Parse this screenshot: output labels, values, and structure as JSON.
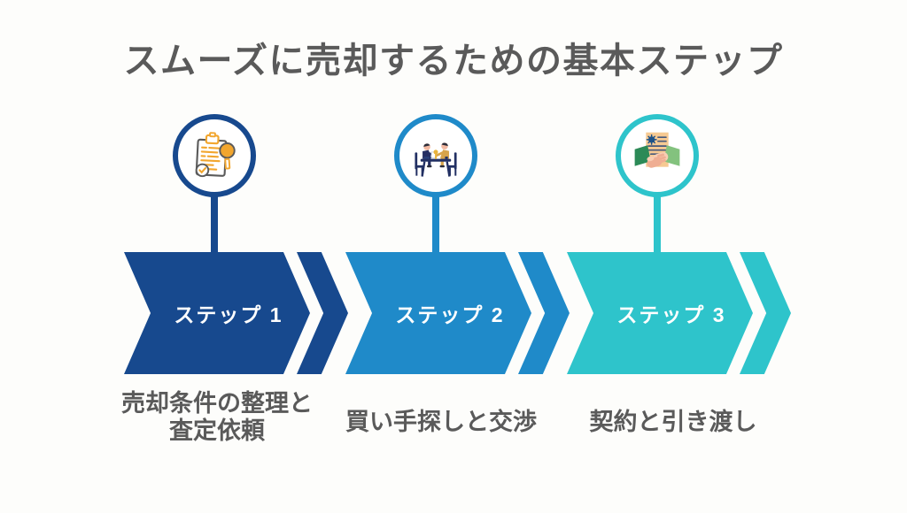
{
  "title": "スムーズに売却するための基本ステップ",
  "colors": {
    "step1": "#17498E",
    "step2": "#1F8AC9",
    "step3": "#2EC4CB",
    "heading_text": "#5A5A5A",
    "arrow_label_text": "#FFFFFF",
    "background": "#FDFDFB"
  },
  "steps": [
    {
      "label": "ステップ 1",
      "description_line1": "売却条件の整理と",
      "description_line2": "査定依頼",
      "icon": "clipboard-assessment-icon",
      "color": "#17498E"
    },
    {
      "label": "ステップ 2",
      "description_line1": "買い手探しと交渉",
      "description_line2": "",
      "icon": "negotiation-icon",
      "color": "#1F8AC9"
    },
    {
      "label": "ステップ 3",
      "description_line1": "契約と引き渡し",
      "description_line2": "",
      "icon": "contract-handshake-icon",
      "color": "#2EC4CB"
    }
  ]
}
